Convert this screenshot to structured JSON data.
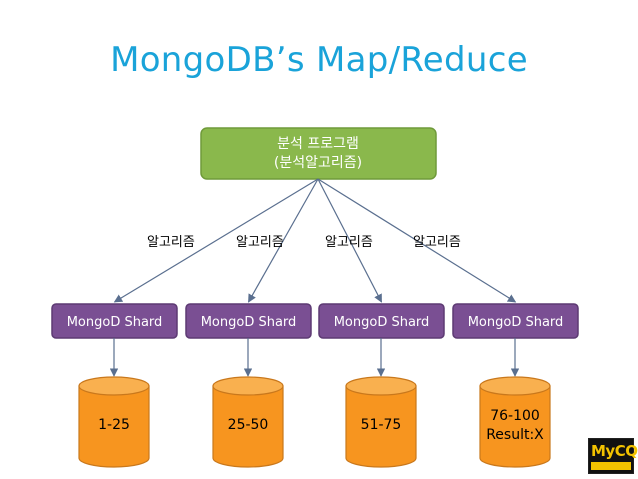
{
  "title": "MongoDB’s Map/Reduce",
  "root": {
    "line1": "분석 프로그램",
    "line2": "(분석알고리즘)"
  },
  "edge_label": "알고리즘",
  "shards": [
    {
      "label": "MongoD Shard",
      "db_lines": [
        "1-25"
      ]
    },
    {
      "label": "MongoD Shard",
      "db_lines": [
        "25-50"
      ]
    },
    {
      "label": "MongoD Shard",
      "db_lines": [
        "51-75"
      ]
    },
    {
      "label": "MongoD Shard",
      "db_lines": [
        "76-100",
        "Result:X"
      ]
    }
  ],
  "logo": {
    "text": "MyCQ"
  },
  "colors": {
    "title": "#1aa3d9",
    "root_fill": "#8ab84c",
    "root_stroke": "#6f9a3a",
    "shard_fill": "#7a4f93",
    "shard_stroke": "#5d3a73",
    "db_fill": "#f7951f",
    "db_top": "#f9b04f",
    "db_stroke": "#c9781c"
  }
}
